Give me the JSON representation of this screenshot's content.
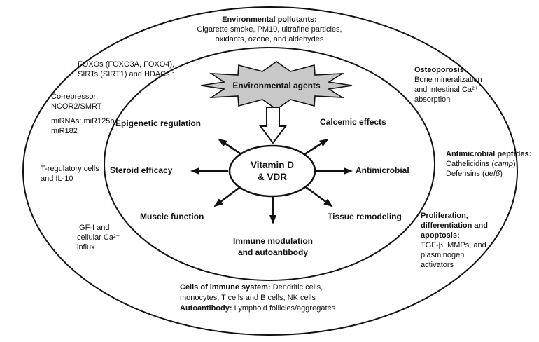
{
  "colors": {
    "ink": "#111111",
    "starburst_fill": "#c8c8c8",
    "background": "#ffffff"
  },
  "starburst": {
    "label": "Environmental agents"
  },
  "hub": {
    "line1": "Vitamin D",
    "line2": "& VDR"
  },
  "spokes": {
    "epigenetic": "Epigenetic regulation",
    "calcemic": "Calcemic effects",
    "steroid": "Steroid efficacy",
    "antimicrobial": "Antimicrobial",
    "muscle": "Muscle function",
    "tissue": "Tissue remodeling",
    "immune": [
      "Immune modulation",
      "and autoantibody"
    ]
  },
  "annotations": {
    "pollutants": {
      "title": "Environmental pollutants:",
      "lines": [
        "Cigarette smoke, PM10, ultrafine particles,",
        "oxidants, ozone, and aldehydes"
      ]
    },
    "foxos": {
      "lines": [
        "FOXOs (FOXO3A, FOXO4),",
        "SIRTs (SIRT1) and HDACs :"
      ]
    },
    "corepressor": {
      "lines": [
        "Co-repressor:",
        "NCOR2/SMRT"
      ]
    },
    "mirnas": {
      "lines": [
        "miRNAs: miR125b",
        "miR182"
      ]
    },
    "treg": {
      "lines": [
        "T-regulatory cells",
        "and IL-10"
      ]
    },
    "igf": {
      "lines": [
        "IGF-I and",
        "cellular Ca²⁺",
        "influx"
      ]
    },
    "osteoporosis": {
      "title": "Osteoporosis:",
      "lines": [
        "Bone mineralization",
        "and intestinal  Ca²⁺",
        "absorption"
      ]
    },
    "amp": {
      "title": "Antimicrobial peptides:",
      "line1_pre": "Cathelicidins (",
      "line1_italic": "camp",
      "line1_post": ")",
      "line2_pre": "Defensins (",
      "line2_italic": "defβ",
      "line2_post": ")"
    },
    "proliferation": {
      "title_lines": [
        "Proliferation,",
        "differentiation and",
        "apoptosis:"
      ],
      "lines": [
        "TGF-β, MMPs, and",
        "plasminogen",
        "activators"
      ]
    },
    "immune_system": {
      "bold1": "Cells of immune system:",
      "rest1": " Dendritic cells,",
      "line2": "monocytes, T cells and B cells, NK cells",
      "bold3": "Autoantibody:",
      "rest3": " Lymphoid follicles/aggregates"
    }
  }
}
